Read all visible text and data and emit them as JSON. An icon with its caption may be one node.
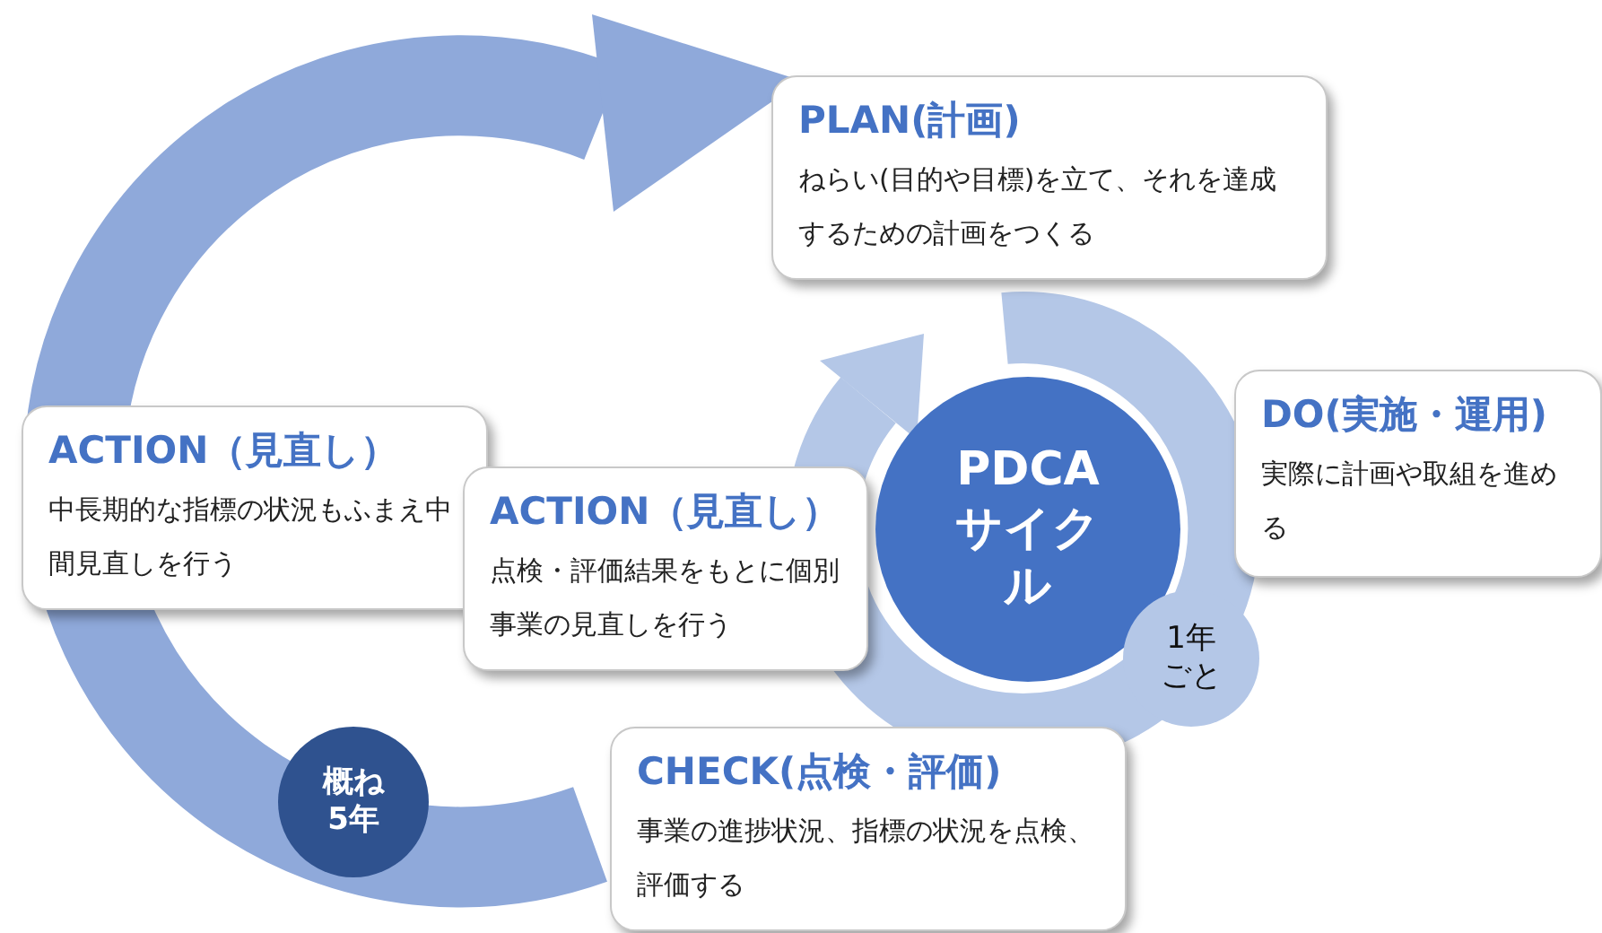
{
  "diagram": {
    "nodes": [
      {
        "text": [
          "PLAN(計画)",
          "ねらい(目的や目標)を立て、それを達成するための計画をつくる"
        ]
      },
      {
        "text": [
          "ACTION（見直し）",
          "中長期的な指標の状況もふまえ中間見直しを行う"
        ]
      },
      {
        "text": [
          "ACTION（見直し）",
          "点検・評価結果をもとに個別事業の見直しを行う"
        ]
      },
      {
        "text": [
          "PDCAサイクル"
        ]
      },
      {
        "text": [
          "DO(実施・運用)",
          "実際に計画や取組を進める"
        ]
      },
      {
        "text": [
          "1年ごと"
        ]
      },
      {
        "text": [
          "概ね5年"
        ]
      },
      {
        "text": [
          "CHECK(点検・評価)",
          "事業の進捗状況、指標の状況を点検、評価する"
        ]
      }
    ]
  }
}
